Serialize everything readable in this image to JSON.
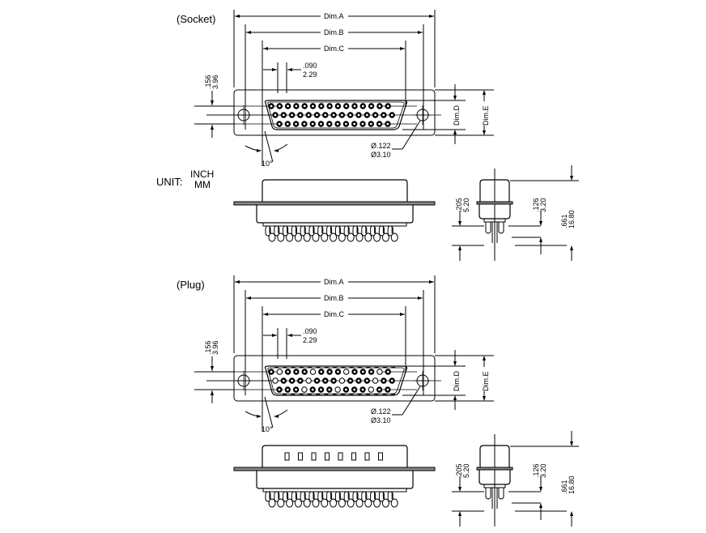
{
  "views": [
    {
      "id": "socket",
      "title": "(Socket)",
      "dims": {
        "a": "Dim.A",
        "b": "Dim.B",
        "c": "Dim.C",
        "d": "Dim.D",
        "e": "Dim.E"
      },
      "pin_pitch": {
        "inch": ".090",
        "mm": "2.29"
      },
      "row_spacing": {
        "inch": ".156",
        "mm": "3.96"
      },
      "angle": "10°",
      "hole_dia": {
        "inch": "Ø.122",
        "mm": "Ø3.10"
      },
      "side_height": {
        "inch": ".205",
        "mm": "5.20"
      },
      "side_tail": {
        "inch": ".126",
        "mm": "3.20"
      },
      "side_total": {
        "inch": ".661",
        "mm": "16.80"
      }
    },
    {
      "id": "plug",
      "title": "(Plug)",
      "dims": {
        "a": "Dim.A",
        "b": "Dim.B",
        "c": "Dim.C",
        "d": "Dim.D",
        "e": "Dim.E"
      },
      "pin_pitch": {
        "inch": ".090",
        "mm": "2.29"
      },
      "row_spacing": {
        "inch": ".156",
        "mm": "3.96"
      },
      "angle": "10°",
      "hole_dia": {
        "inch": "Ø.122",
        "mm": "Ø3.10"
      },
      "side_height": {
        "inch": ".205",
        "mm": "5.20"
      },
      "side_tail": {
        "inch": ".126",
        "mm": "3.20"
      },
      "side_total": {
        "inch": ".661",
        "mm": "16.80"
      }
    }
  ],
  "unit": {
    "label": "UNIT:",
    "inch": "INCH",
    "mm": "MM"
  },
  "pin_rows": [
    15,
    15,
    14
  ],
  "colors": {
    "line": "#000000",
    "background": "#ffffff"
  }
}
